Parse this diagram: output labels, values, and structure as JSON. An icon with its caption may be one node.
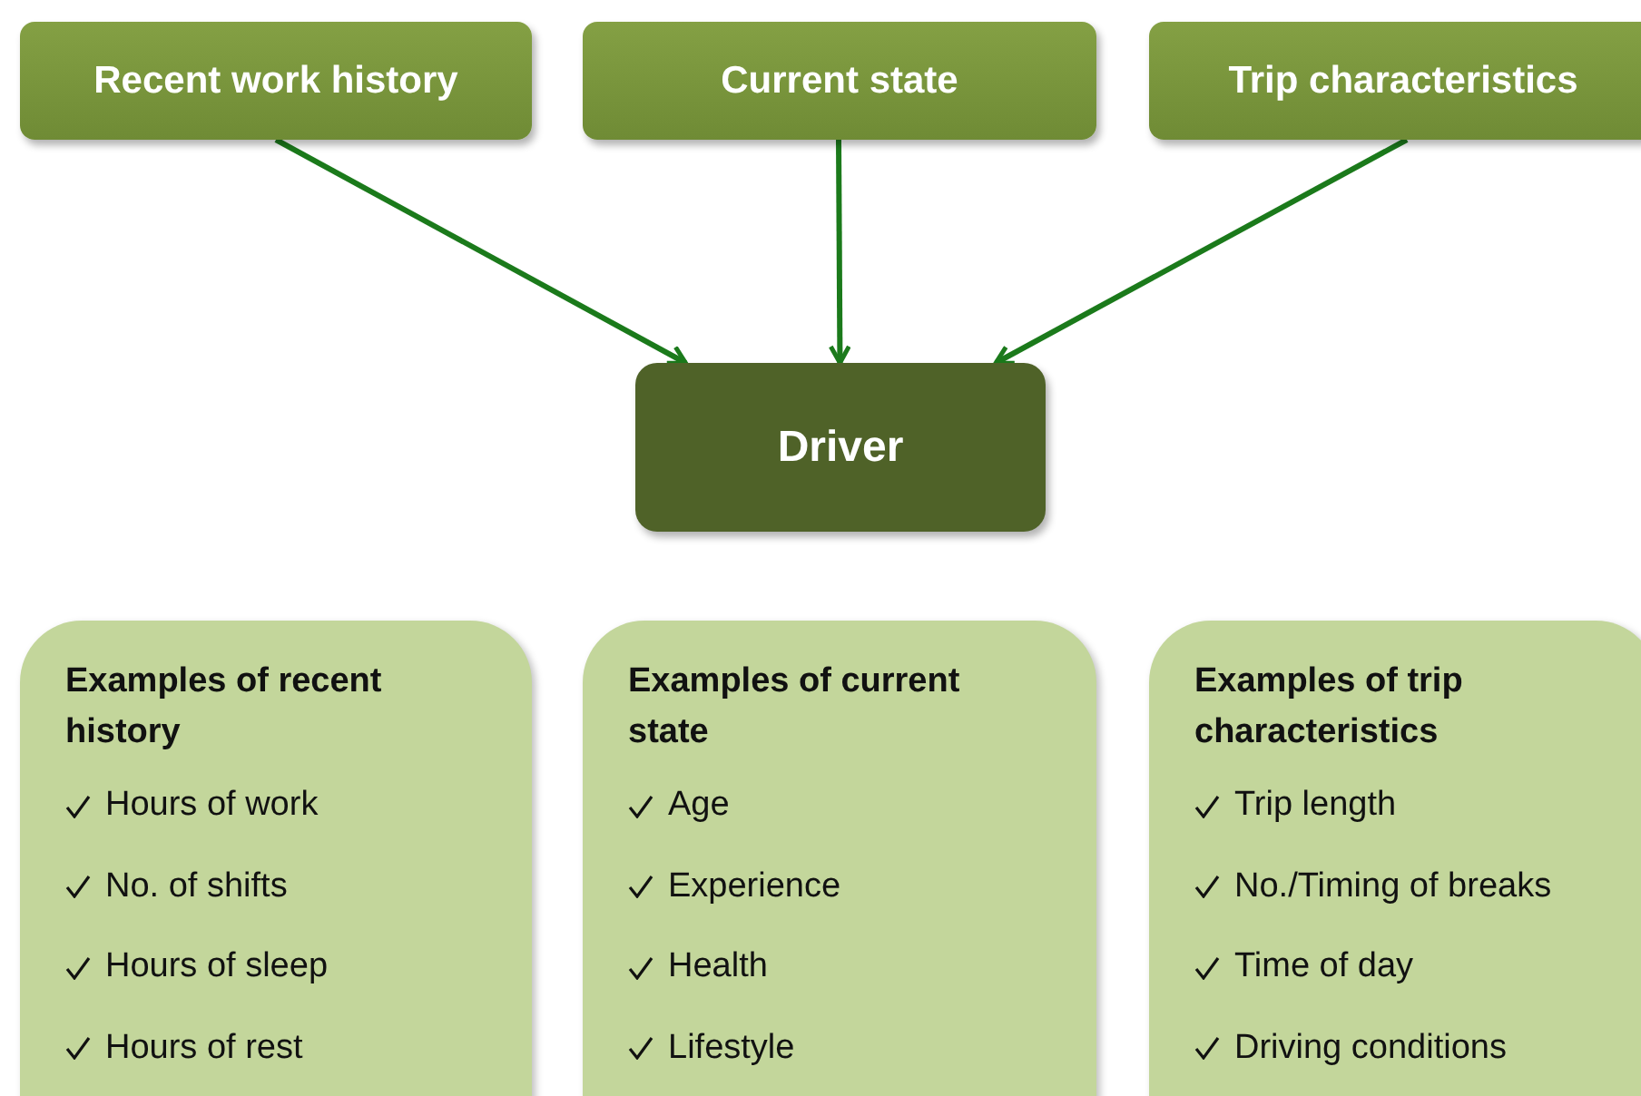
{
  "diagram": {
    "nodes": [
      {
        "text": [
          "Recent work history"
        ]
      },
      {
        "text": [
          "Current state"
        ]
      },
      {
        "text": [
          "Trip characteristics"
        ]
      },
      {
        "text": [
          "Driver"
        ]
      },
      {
        "text": [
          "Examples of recent history",
          "Hours of work",
          "No. of shifts",
          "Hours of sleep",
          "Hours of rest"
        ]
      },
      {
        "text": [
          "Examples of current state",
          "Age",
          "Experience",
          "Health",
          "Lifestyle"
        ]
      },
      {
        "text": [
          "Examples of trip characteristics",
          "Trip length",
          "No./Timing of breaks",
          "Time of day",
          "Driving conditions"
        ]
      }
    ],
    "edges": [
      {
        "from": 0,
        "to": 3,
        "arrow": "to"
      },
      {
        "from": 1,
        "to": 3,
        "arrow": "to"
      },
      {
        "from": 2,
        "to": 3,
        "arrow": "to"
      }
    ]
  }
}
